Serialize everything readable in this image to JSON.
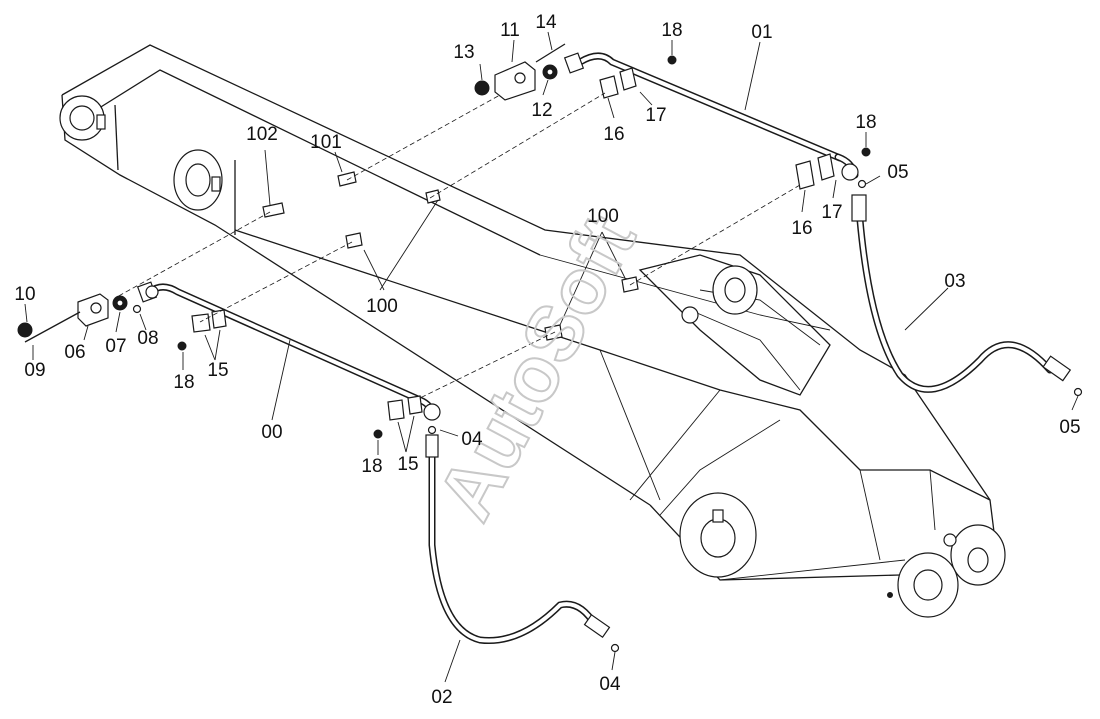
{
  "watermark": "AutoSoft",
  "callouts": {
    "c00": "00",
    "c01": "01",
    "c02": "02",
    "c03": "03",
    "c04a": "04",
    "c04b": "04",
    "c05a": "05",
    "c05b": "05",
    "c06": "06",
    "c07": "07",
    "c08": "08",
    "c09": "09",
    "c10": "10",
    "c11": "11",
    "c12": "12",
    "c13": "13",
    "c14": "14",
    "c15a": "15",
    "c15b": "15",
    "c16a": "16",
    "c16b": "16",
    "c17a": "17",
    "c17b": "17",
    "c18a": "18",
    "c18b": "18",
    "c18c": "18",
    "c18d": "18",
    "c100a": "100",
    "c100b": "100",
    "c101": "101",
    "c102": "102"
  }
}
